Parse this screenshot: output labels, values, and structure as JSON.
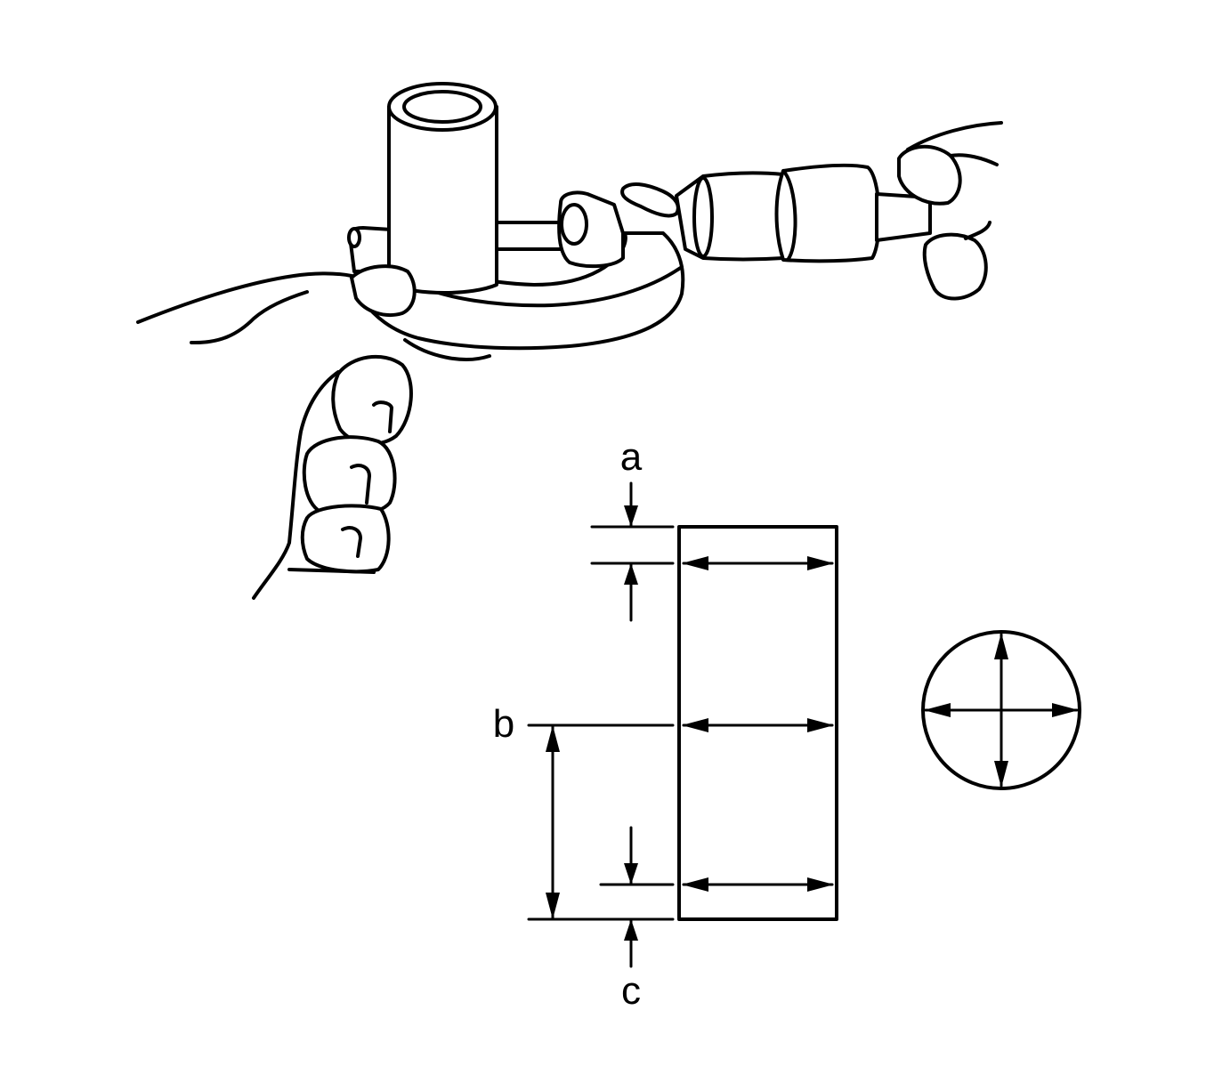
{
  "labels": {
    "a": "a",
    "b": "b",
    "c": "c"
  },
  "colors": {
    "line": "#000000",
    "background": "#ffffff"
  }
}
